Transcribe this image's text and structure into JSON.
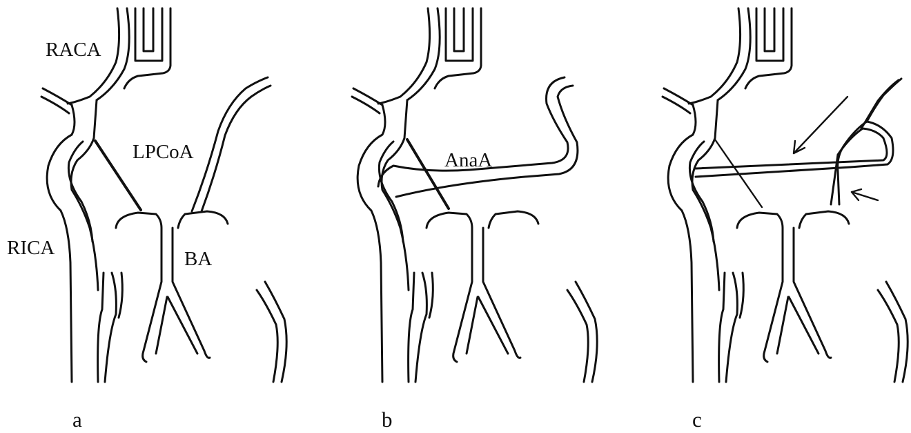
{
  "labels": {
    "raca": "RACA",
    "lpcoa": "LPCoA",
    "rica": "RICA",
    "ba": "BA",
    "anaa": "AnaA"
  },
  "panels": [
    "a",
    "b",
    "c"
  ],
  "colors": {
    "line": "#111111",
    "background": "#ffffff"
  }
}
